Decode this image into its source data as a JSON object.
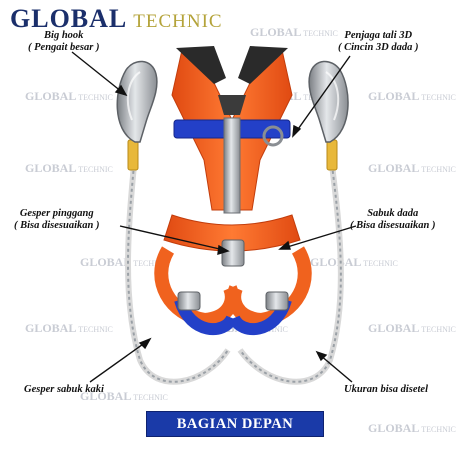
{
  "brand": {
    "name_main": "GLOBAL",
    "name_sub": "TECHNIC"
  },
  "watermark": {
    "main": "GLOBAL",
    "sub": "TECHNIC"
  },
  "callouts": {
    "big_hook": {
      "line1": "Big hook",
      "line2": "( Pengait besar )"
    },
    "ring_3d": {
      "line1": "Penjaga tali 3D",
      "line2": "( Cincin 3D dada )"
    },
    "waist_buckle": {
      "line1": "Gesper pinggang",
      "line2": "( Bisa disesuaikan )"
    },
    "chest_strap": {
      "line1": "Sabuk dada",
      "line2": "( Bisa disesuaikan )"
    },
    "leg_buckle": {
      "line1": "Gesper sabuk kaki"
    },
    "adjustable_size": {
      "line1": "Ukuran bisa disetel"
    }
  },
  "view_label": "BAGIAN DEPAN",
  "colors": {
    "webbing_orange": "#f0621e",
    "webbing_blue": "#2340c8",
    "lanyard_yellow": "#e8b83a",
    "brand_navy": "#1b2f6b",
    "brand_gold": "#b4a33a"
  }
}
